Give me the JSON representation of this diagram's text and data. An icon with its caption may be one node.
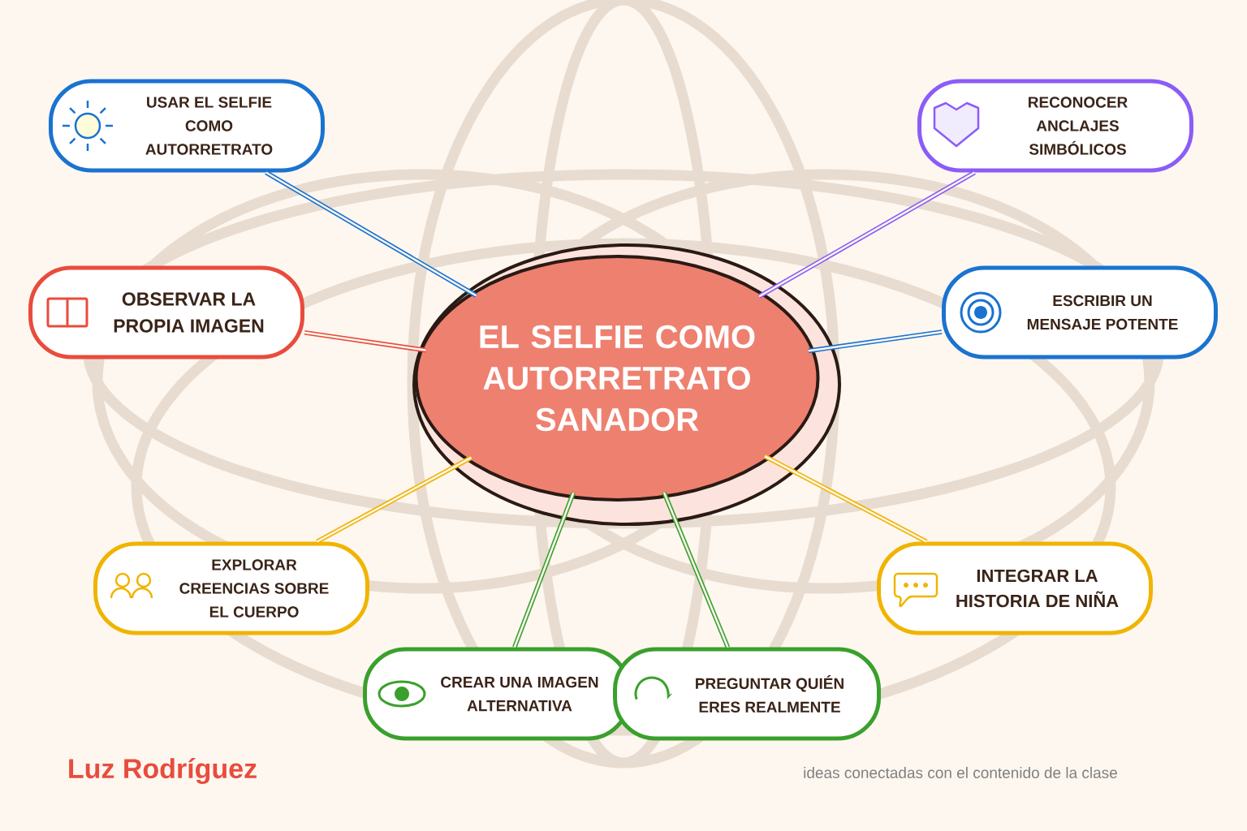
{
  "diagram": {
    "nodes": [
      {
        "text": [
          "EL SELFIE COMO AUTORRETRATO SANADOR"
        ]
      },
      {
        "text": [
          "USAR EL SELFIE COMO AUTORRETRATO"
        ]
      },
      {
        "text": [
          "RECONOCER ANCLAJES SIMBÓLICOS"
        ]
      },
      {
        "text": [
          "OBSERVAR LA PROPIA IMAGEN"
        ]
      },
      {
        "text": [
          "ESCRIBIR UN MENSAJE POTENTE"
        ]
      },
      {
        "text": [
          "EXPLORAR CREENCIAS SOBRE EL CUERPO"
        ]
      },
      {
        "text": [
          "INTEGRAR LA HISTORIA DE NIÑA"
        ]
      },
      {
        "text": [
          "CREAR UNA IMAGEN ALTERNATIVA"
        ]
      },
      {
        "text": [
          "PREGUNTAR QUIÉN ERES REALMENTE"
        ]
      }
    ],
    "edges": [
      {
        "from": 0,
        "to": 1,
        "arrow": "none",
        "color": "#1a73d0"
      },
      {
        "from": 0,
        "to": 2,
        "arrow": "none",
        "color": "#8b5cf6"
      },
      {
        "from": 0,
        "to": 3,
        "arrow": "none",
        "color": "#e84c3d"
      },
      {
        "from": 0,
        "to": 4,
        "arrow": "none",
        "color": "#1a73d0"
      },
      {
        "from": 0,
        "to": 5,
        "arrow": "none",
        "color": "#f0b400"
      },
      {
        "from": 0,
        "to": 6,
        "arrow": "none",
        "color": "#f0b400"
      },
      {
        "from": 0,
        "to": 7,
        "arrow": "none",
        "color": "#3aa02c"
      },
      {
        "from": 0,
        "to": 8,
        "arrow": "none",
        "color": "#3aa02c"
      }
    ],
    "labels": [
      "Luz Rodríguez",
      "ideas conectadas con el contenido de la clase"
    ]
  }
}
